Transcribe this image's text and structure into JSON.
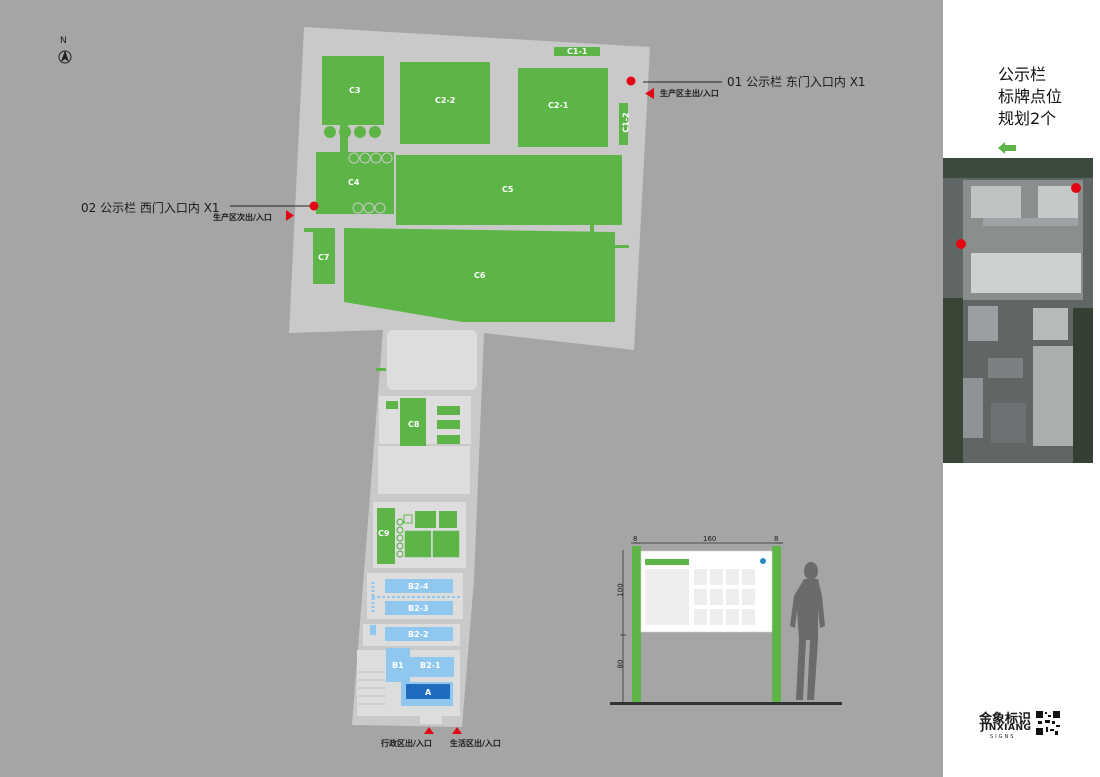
{
  "north_label": "N",
  "callouts": {
    "east": {
      "text": "01 公示栏  东门入口内 X1",
      "entry": "生产区主出/入口"
    },
    "west": {
      "text": "02 公示栏  西门入口内 X1",
      "entry": "生产区次出/入口"
    }
  },
  "gates": {
    "admin": "行政区出/入口",
    "living": "生活区出/入口"
  },
  "buildings": {
    "c1_1": "C1-1",
    "c1_2": "C1-2",
    "c2_1": "C2-1",
    "c2_2": "C2-2",
    "c3": "C3",
    "c4": "C4",
    "c5": "C5",
    "c6": "C6",
    "c7": "C7",
    "c8": "C8",
    "c9": "C9",
    "b2_4": "B2-4",
    "b2_3": "B2-3",
    "b2_2": "B2-2",
    "b2_1": "B2-1",
    "b1": "B1",
    "a": "A"
  },
  "dimensions": {
    "total_width": "160",
    "post_left": "8",
    "post_right": "8",
    "board_height": "100",
    "leg_height": "80"
  },
  "sidebar": {
    "lines": [
      "公示栏",
      "标牌点位",
      "规划2个"
    ]
  },
  "brand": {
    "chinese": "金象标识",
    "english": "JINXIANG",
    "sub": "SIGNS"
  },
  "colors": {
    "green": "#5db548",
    "grey_bg": "#a5a5a5",
    "light_grey": "#c8c8c8",
    "blue": "#8fc7ef",
    "dark_blue": "#1f6bbf",
    "red": "#e30613"
  }
}
